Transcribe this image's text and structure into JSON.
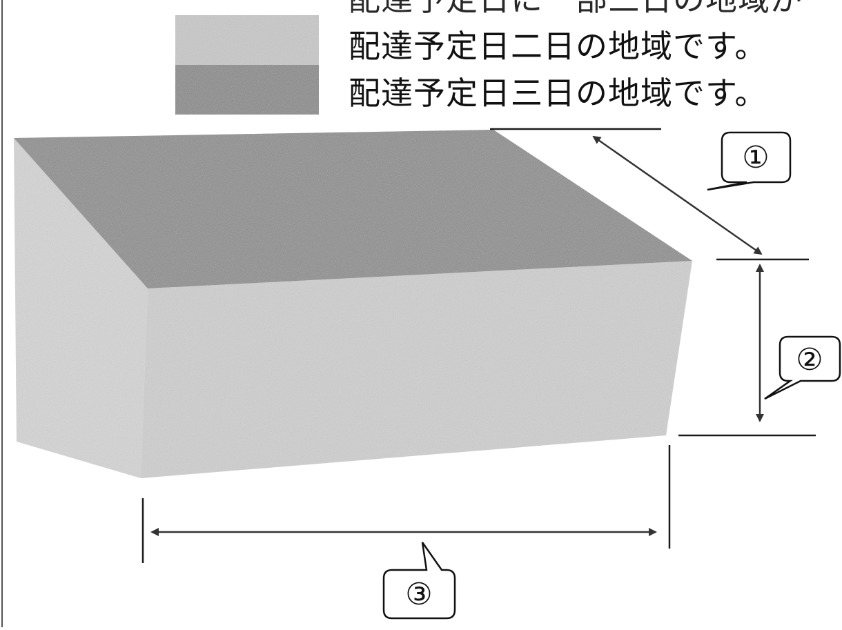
{
  "legend": {
    "items": [
      {
        "label": "配達予定日二日の地域です。",
        "color": "#c9c9c9"
      },
      {
        "label": "配達予定日三日の地域です。",
        "color": "#8a8a8a"
      }
    ],
    "partial_top_label": "配達予定日に一部三日の地域が"
  },
  "callouts": {
    "one": "①",
    "two": "②",
    "three": "③"
  },
  "colors": {
    "box_top": "#8e8e8e",
    "box_front": "#d2d2d2",
    "box_side": "#dadada",
    "line": "#1a1a1a",
    "arrow": "#333333"
  }
}
